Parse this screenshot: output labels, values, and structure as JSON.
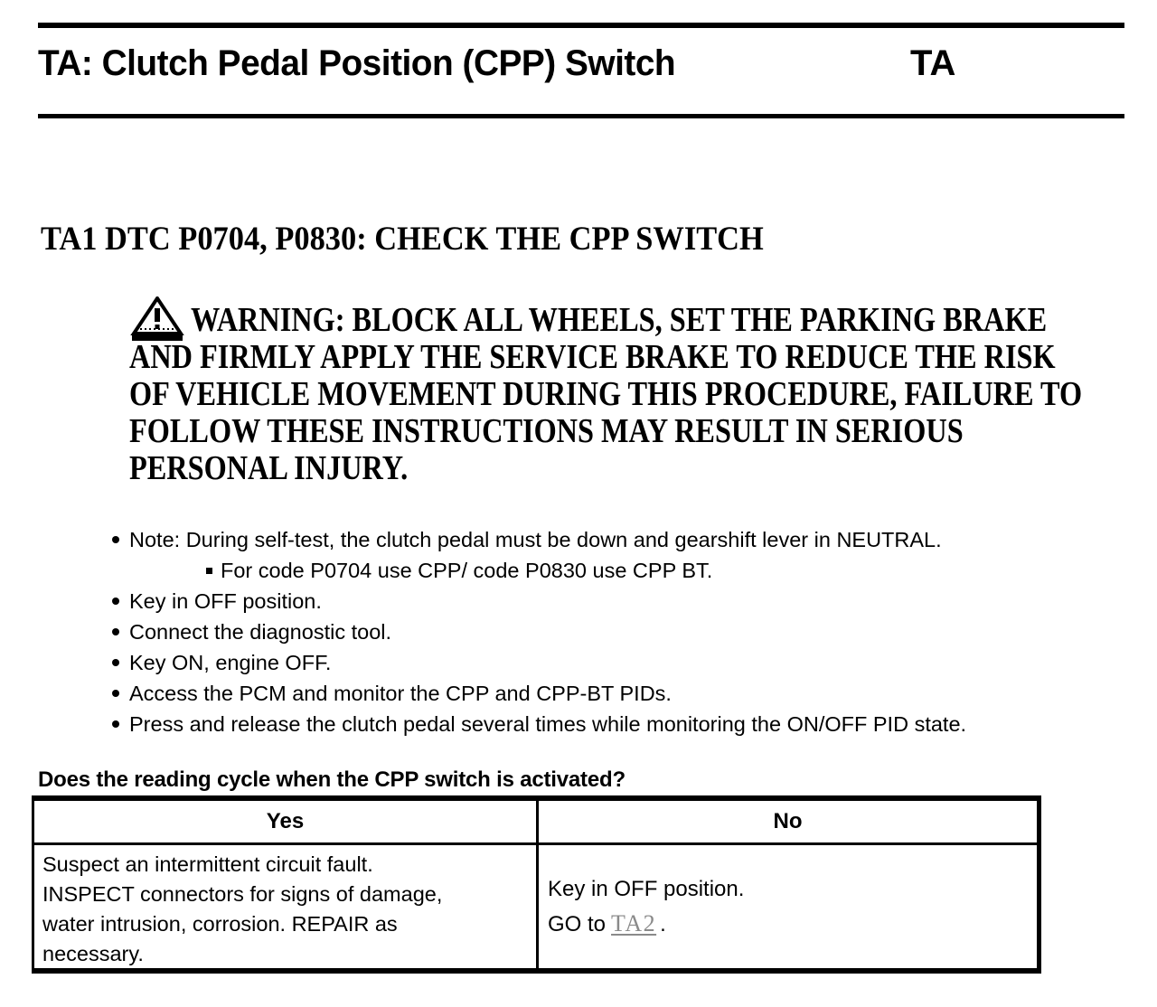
{
  "header": {
    "title": "TA: Clutch Pedal Position (CPP) Switch",
    "section_code": "TA"
  },
  "test": {
    "heading": "TA1 DTC P0704, P0830: CHECK THE CPP SWITCH",
    "warning": {
      "icon": "warning-triangle-icon",
      "lines": [
        "WARNING: BLOCK ALL WHEELS, SET THE PARKING BRAKE",
        "AND FIRMLY APPLY THE SERVICE BRAKE TO REDUCE THE RISK",
        "OF VEHICLE MOVEMENT DURING THIS PROCEDURE, FAILURE TO",
        "FOLLOW THESE INSTRUCTIONS MAY RESULT IN SERIOUS",
        "PERSONAL INJURY."
      ]
    },
    "notes": [
      "Note: During self-test, the clutch pedal must be down and gearshift lever in NEUTRAL.",
      "For code P0704 use CPP/ code P0830 use CPP BT.",
      "Key in OFF position.",
      "Connect the diagnostic tool.",
      "Key ON, engine OFF.",
      "Access the PCM and monitor the CPP and CPP-BT PIDs.",
      "Press and release the clutch pedal several times while monitoring the ON/OFF PID state."
    ],
    "question": "Does the reading cycle when the CPP switch is activated?",
    "table": {
      "headers": [
        "Yes",
        "No"
      ],
      "yes_action_lines": [
        "Suspect an intermittent circuit fault.",
        "INSPECT connectors for signs of damage,",
        "water intrusion, corrosion. REPAIR as",
        "necessary."
      ],
      "no_action": {
        "line1": "Key in OFF position.",
        "go_prefix": "GO to",
        "link_label": "TA2",
        "suffix": "."
      },
      "link_color": "#8a8a8a"
    }
  }
}
